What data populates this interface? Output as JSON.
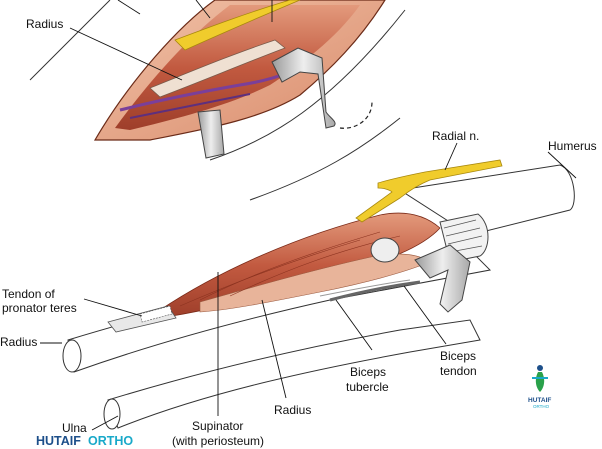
{
  "labels": {
    "radius_top": "Radius",
    "radial_n": "Radial n.",
    "humerus": "Humerus",
    "tendon_pronator_1": "Tendon of",
    "tendon_pronator_2": "pronator teres",
    "radius_left": "Radius",
    "biceps_tendon_1": "Biceps",
    "biceps_tendon_2": "tendon",
    "biceps_tubercle_1": "Biceps",
    "biceps_tubercle_2": "tubercle",
    "radius_bottom": "Radius",
    "supinator_1": "Supinator",
    "supinator_2": "(with periosteum)",
    "ulna": "Ulna"
  },
  "watermark": {
    "brand_part1": "HUTAIF",
    "brand_part2": "ORTHO",
    "logo_line1": "HUTAIF",
    "logo_line2": "ORTHO"
  },
  "colors": {
    "muscle": "#c8644a",
    "muscle_light": "#e09a7e",
    "nerve": "#f0cc2c",
    "vein": "#7a3f9a",
    "retractor": "#cfcfcf",
    "brand_dark": "#1d4f8a",
    "brand_light": "#19a9c9"
  }
}
